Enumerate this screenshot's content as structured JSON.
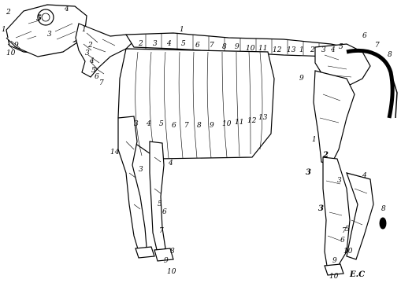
{
  "labels": {
    "skull": [
      "2",
      "5",
      "1",
      "4",
      "3",
      "9",
      "10"
    ],
    "spine": [
      "1",
      "2",
      "3",
      "4",
      "5",
      "6",
      "7",
      "8",
      "9",
      "10",
      "11",
      "12",
      "13",
      "1",
      "2",
      "3",
      "4",
      "5",
      "6",
      "7",
      "8"
    ],
    "neck": [
      "1",
      "2",
      "3",
      "4",
      "5",
      "6",
      "7"
    ],
    "ribs": [
      "3",
      "4",
      "5",
      "6",
      "7",
      "8",
      "9",
      "10",
      "11",
      "12",
      "13"
    ],
    "foreleg": [
      "14",
      "3",
      "4",
      "5",
      "6",
      "7",
      "8",
      "9",
      "10"
    ],
    "hindleg": [
      "9",
      "1",
      "2",
      "3",
      "3",
      "4",
      "3",
      "5",
      "6",
      "7",
      "10",
      "8",
      "9",
      "10"
    ],
    "signature": "E.C"
  }
}
